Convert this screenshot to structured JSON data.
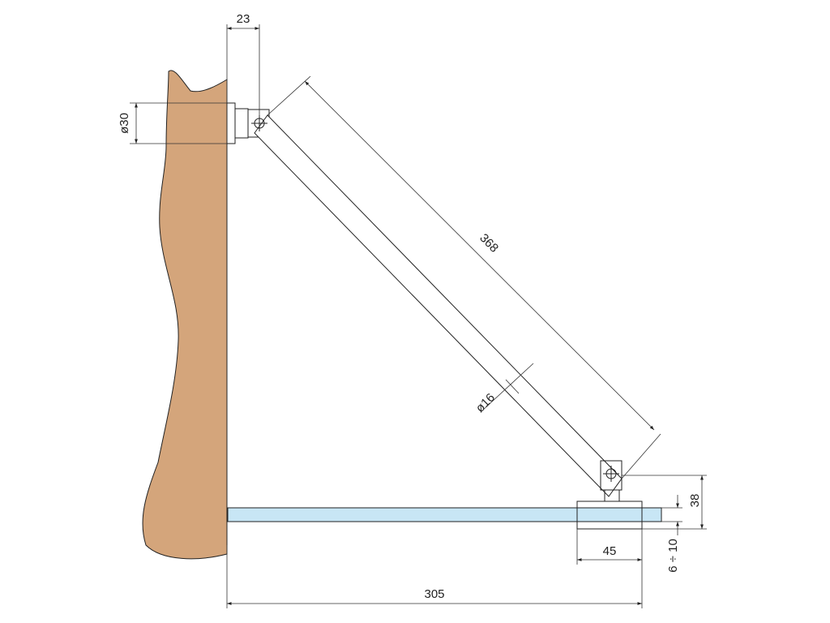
{
  "dimensions": {
    "offset": "23",
    "wall_diameter": "ø30",
    "strut_length": "368",
    "strut_diameter": "ø16",
    "clamp_height": "38",
    "clamp_width": "45",
    "glass_thickness": "6 ÷ 10",
    "total_length": "305"
  },
  "colors": {
    "wall": "#d4a57b",
    "glass": "#c8e6f5",
    "stroke": "#222222"
  }
}
